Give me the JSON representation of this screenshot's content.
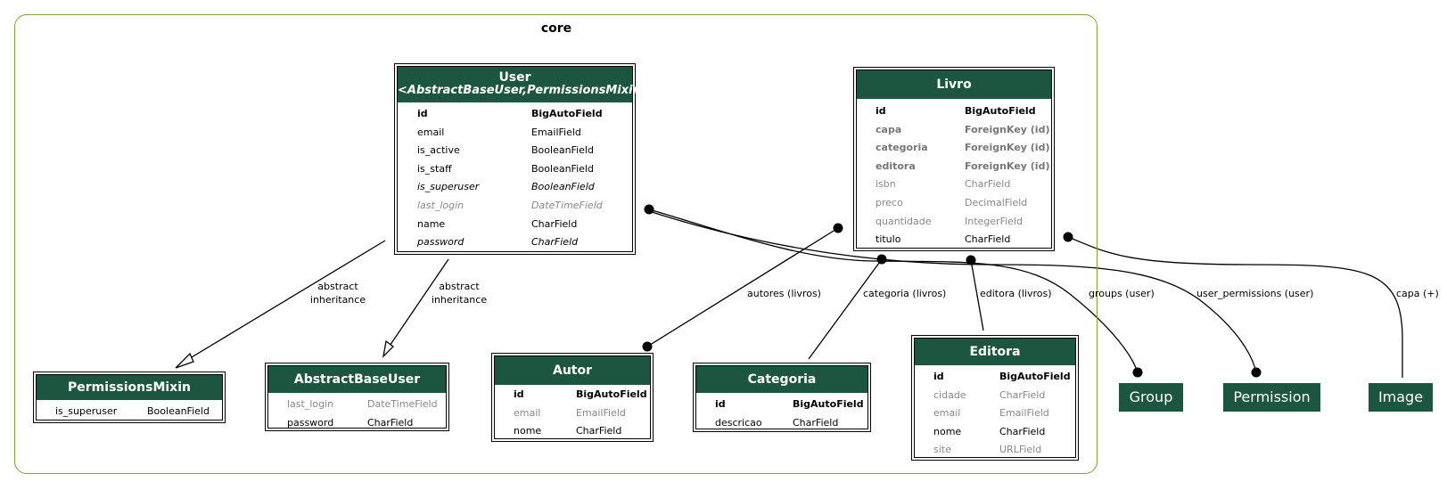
{
  "cluster": {
    "label": "core",
    "border_color": "#7aa33a"
  },
  "colors": {
    "header_bg": "#1c5640",
    "header_text": "#ffffff",
    "inherited_text": "#888888",
    "fk_text": "#777777"
  },
  "models": {
    "user": {
      "title": "User",
      "subtitle": "<AbstractBaseUser,PermissionsMixin>",
      "fields": [
        {
          "name": "id",
          "type": "BigAutoField",
          "style": "pk"
        },
        {
          "name": "email",
          "type": "EmailField",
          "style": "normal"
        },
        {
          "name": "is_active",
          "type": "BooleanField",
          "style": "normal"
        },
        {
          "name": "is_staff",
          "type": "BooleanField",
          "style": "normal"
        },
        {
          "name": "is_superuser",
          "type": "BooleanField",
          "style": "italic"
        },
        {
          "name": "last_login",
          "type": "DateTimeField",
          "style": "inherited-italic"
        },
        {
          "name": "name",
          "type": "CharField",
          "style": "normal"
        },
        {
          "name": "password",
          "type": "CharField",
          "style": "italic"
        }
      ]
    },
    "livro": {
      "title": "Livro",
      "fields": [
        {
          "name": "id",
          "type": "BigAutoField",
          "style": "pk"
        },
        {
          "name": "capa",
          "type": "ForeignKey (id)",
          "style": "fk"
        },
        {
          "name": "categoria",
          "type": "ForeignKey (id)",
          "style": "fk"
        },
        {
          "name": "editora",
          "type": "ForeignKey (id)",
          "style": "fk"
        },
        {
          "name": "isbn",
          "type": "CharField",
          "style": "inherited"
        },
        {
          "name": "preco",
          "type": "DecimalField",
          "style": "inherited"
        },
        {
          "name": "quantidade",
          "type": "IntegerField",
          "style": "inherited"
        },
        {
          "name": "titulo",
          "type": "CharField",
          "style": "normal"
        }
      ]
    },
    "permissionsmixin": {
      "title": "PermissionsMixin",
      "fields": [
        {
          "name": "is_superuser",
          "type": "BooleanField",
          "style": "normal"
        }
      ]
    },
    "abstractbaseuser": {
      "title": "AbstractBaseUser",
      "fields": [
        {
          "name": "last_login",
          "type": "DateTimeField",
          "style": "inherited"
        },
        {
          "name": "password",
          "type": "CharField",
          "style": "normal"
        }
      ]
    },
    "autor": {
      "title": "Autor",
      "fields": [
        {
          "name": "id",
          "type": "BigAutoField",
          "style": "pk"
        },
        {
          "name": "email",
          "type": "EmailField",
          "style": "inherited"
        },
        {
          "name": "nome",
          "type": "CharField",
          "style": "normal"
        }
      ]
    },
    "categoria": {
      "title": "Categoria",
      "fields": [
        {
          "name": "id",
          "type": "BigAutoField",
          "style": "pk"
        },
        {
          "name": "descricao",
          "type": "CharField",
          "style": "normal"
        }
      ]
    },
    "editora": {
      "title": "Editora",
      "fields": [
        {
          "name": "id",
          "type": "BigAutoField",
          "style": "pk"
        },
        {
          "name": "cidade",
          "type": "CharField",
          "style": "inherited"
        },
        {
          "name": "email",
          "type": "EmailField",
          "style": "inherited"
        },
        {
          "name": "nome",
          "type": "CharField",
          "style": "normal"
        },
        {
          "name": "site",
          "type": "URLField",
          "style": "inherited"
        }
      ]
    }
  },
  "external_nodes": {
    "group": "Group",
    "permission": "Permission",
    "image": "Image"
  },
  "edge_labels": {
    "abstract_inh_1_line1": "abstract",
    "abstract_inh_1_line2": "inheritance",
    "abstract_inh_2_line1": "abstract",
    "abstract_inh_2_line2": "inheritance",
    "autores": "autores (livros)",
    "categoria": "categoria (livros)",
    "editora": "editora (livros)",
    "groups": "groups (user)",
    "user_permissions": "user_permissions (user)",
    "capa": "capa (+)"
  }
}
